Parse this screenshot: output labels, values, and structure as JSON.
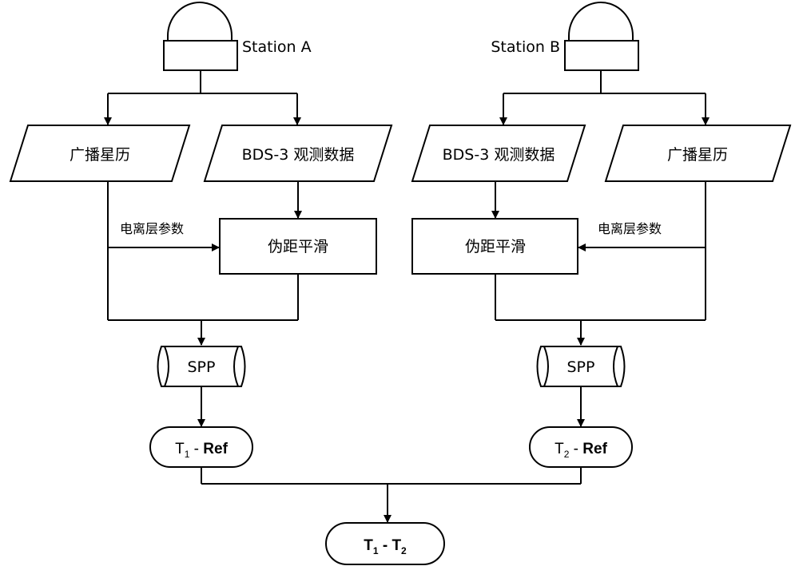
{
  "station_a": {
    "name": "Station A",
    "ephemeris": "广播星历",
    "observations": "BDS-3 观测数据",
    "ionosphere_label": "电离层参数",
    "smoothing": "伪距平滑",
    "spp": "SPP",
    "result": {
      "main": "T",
      "sub": "1",
      "tail": " - ",
      "ref": "Ref"
    }
  },
  "station_b": {
    "name": "Station B",
    "ephemeris": "广播星历",
    "observations": "BDS-3 观测数据",
    "ionosphere_label": "电离层参数",
    "smoothing": "伪距平滑",
    "spp": "SPP",
    "result": {
      "main": "T",
      "sub": "2",
      "tail": " - ",
      "ref": "Ref"
    }
  },
  "difference": {
    "t1": "T",
    "t1_sub": "1",
    "op": " - ",
    "t2": "T",
    "t2_sub": "2"
  }
}
